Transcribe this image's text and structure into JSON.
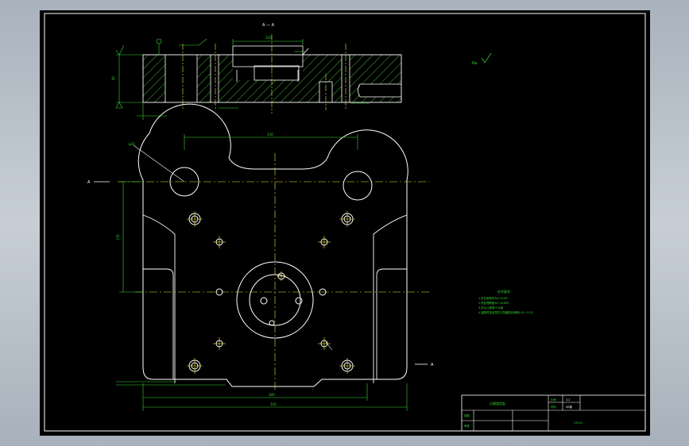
{
  "section_label": "A — A",
  "section_marker_left": "A",
  "section_marker_right": "A",
  "surface_mark_right": "Ra",
  "tech_requirements": {
    "title": "技术要求",
    "lines": [
      "1.未注倒角均为0.5×45°",
      "2.热处理硬度58~62HRC",
      "3.未注公差按IT14级",
      "4.装配时保证导柱与导套配合间隙0.01~0.02"
    ]
  },
  "title_block": {
    "part_name": "凸模固定板",
    "row1_col1": "比例",
    "row1_col2": "1:2",
    "row2_col1": "材料",
    "row2_col2": "45钢",
    "designer_label": "制图",
    "reviewer_label": "审核",
    "drawing_no": "CM-01"
  },
  "dims": {
    "top_width": "230",
    "hole_dia": "φ32",
    "left_height": "176",
    "bottom_inner": "300",
    "bottom_outer": "330",
    "sec_width": "320",
    "sec_height": "40"
  },
  "colors": {
    "frame": "#ffffff",
    "geometry": "#ffffff",
    "center": "#f2e632",
    "dimension": "#35d62f",
    "hatch": "#3fcf2a"
  }
}
